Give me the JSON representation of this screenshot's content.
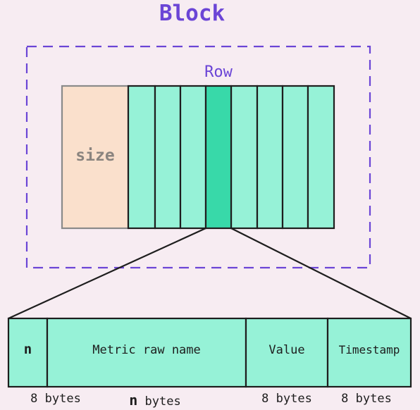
{
  "title": "Block",
  "row_label": "Row",
  "size_label": "size",
  "row_columns": {
    "count": 8,
    "highlighted_index": 3
  },
  "fields": [
    {
      "label": "n",
      "bytes_prefix": "8",
      "bytes_suffix": " bytes"
    },
    {
      "label": "Metric raw name",
      "bytes_prefix": "n",
      "bytes_suffix": " bytes"
    },
    {
      "label": "Value",
      "bytes_prefix": "8",
      "bytes_suffix": " bytes"
    },
    {
      "label": "Timestamp",
      "bytes_prefix": "8",
      "bytes_suffix": " bytes"
    }
  ],
  "colors": {
    "background": "#f7ecf2",
    "block_border": "#6b45d6",
    "title": "#6b45d6",
    "size_fill": "#fae0cc",
    "size_border": "#8a8a8a",
    "cell_fill": "#96f2d7",
    "cell_highlight": "#38d9a9",
    "stroke": "#1e1e1e"
  }
}
